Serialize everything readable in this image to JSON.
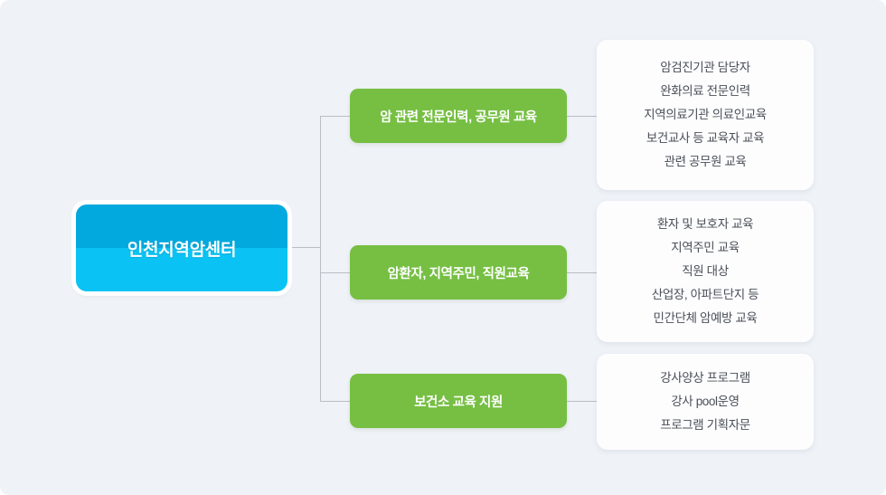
{
  "diagram": {
    "background_color": "#eff2f7",
    "root": {
      "label": "인천지역암센터",
      "color_top": "#02a9de",
      "color_bottom": "#0ac3f4",
      "text_color": "#ffffff"
    },
    "connector_color": "#b9bec6",
    "branches": [
      {
        "category": {
          "label": "암 관련 전문인력, 공무원 교육",
          "color": "#76bf43",
          "text_color": "#ffffff"
        },
        "details": [
          "암검진기관 담당자",
          "완화의료 전문인력",
          "지역의료기관 의료인교육",
          "보건교사 등 교육자 교육",
          "관련 공무원 교육"
        ]
      },
      {
        "category": {
          "label": "암환자, 지역주민, 직원교육",
          "color": "#76bf43",
          "text_color": "#ffffff"
        },
        "details": [
          "환자 및 보호자 교육",
          "지역주민 교육",
          "직원 대상",
          "산업장, 아파트단지 등",
          "민간단체 암예방 교육"
        ]
      },
      {
        "category": {
          "label": "보건소 교육 지원",
          "color": "#76bf43",
          "text_color": "#ffffff"
        },
        "details": [
          "강사양상 프로그램",
          "강사 pool운영",
          "프로그램 기획자문"
        ]
      }
    ]
  }
}
